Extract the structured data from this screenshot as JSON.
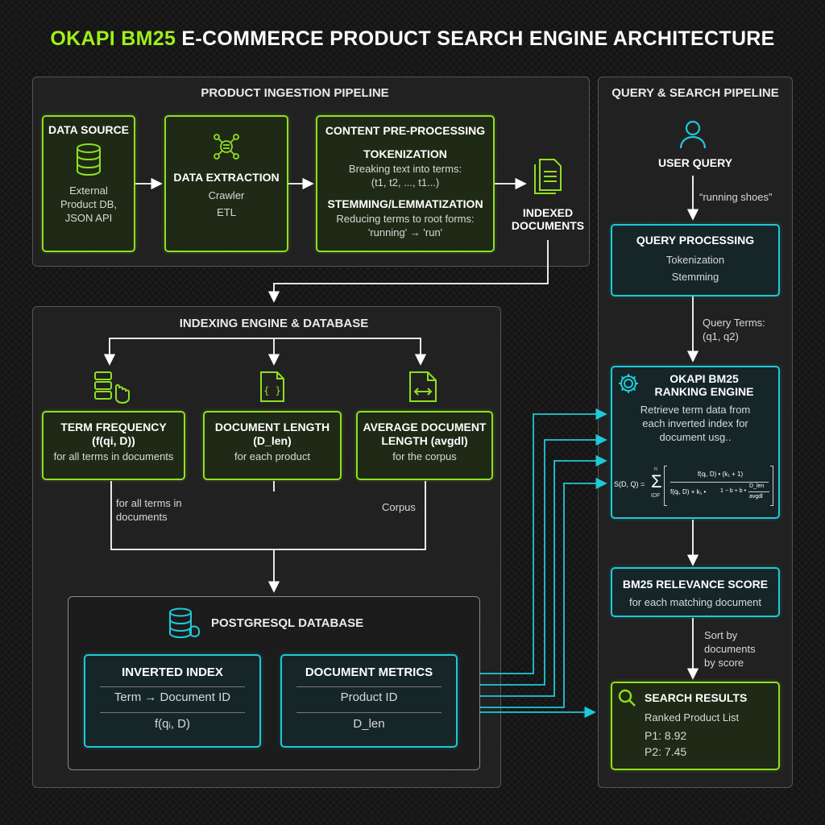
{
  "title": {
    "highlight": "OKAPI BM25",
    "rest": " E-COMMERCE PRODUCT SEARCH ENGINE ARCHITECTURE"
  },
  "ingestion": {
    "title": "PRODUCT INGESTION PIPELINE",
    "data_source": {
      "title": "DATA SOURCE",
      "l1": "External",
      "l2": "Product DB,",
      "l3": "JSON API"
    },
    "extraction": {
      "title": "DATA EXTRACTION",
      "l1": "Crawler",
      "l2": "ETL"
    },
    "preprocessing": {
      "title": "CONTENT PRE-PROCESSING",
      "tok_title": "TOKENIZATION",
      "tok_l1": "Breaking text into terms:",
      "tok_l2": "(t1, t2, ..., t1...)",
      "stem_title": "STEMMING/LEMMATIZATION",
      "stem_l1": "Reducing terms to root forms:",
      "stem_l2": "'running' → 'run'"
    },
    "indexed": {
      "l1": "INDEXED",
      "l2": "DOCUMENTS"
    }
  },
  "indexing": {
    "title": "INDEXING ENGINE & DATABASE",
    "tf": {
      "title": "TERM FREQUENCY",
      "formula": "(f(qi, D))",
      "desc": "for all terms in documents"
    },
    "dl": {
      "title": "DOCUMENT LENGTH",
      "formula": "(D_len)",
      "desc": "for each product"
    },
    "avg": {
      "title1": "AVERAGE DOCUMENT",
      "title2": "LENGTH (avgdl)",
      "desc": "for the corpus"
    },
    "label_terms_l1": "for all terms in",
    "label_terms_l2": "documents",
    "label_corpus": "Corpus",
    "db": {
      "title": "POSTGRESQL DATABASE",
      "inverted": {
        "title": "INVERTED INDEX",
        "row1": "Term → Document ID",
        "row2": "f(qᵢ, D)"
      },
      "metrics": {
        "title": "DOCUMENT METRICS",
        "row1": "Product ID",
        "row2": "D_len"
      }
    }
  },
  "query": {
    "title": "QUERY & SEARCH PIPELINE",
    "user_query": "USER QUERY",
    "query_example": "“running shoes”",
    "processing": {
      "title": "QUERY PROCESSING",
      "l1": "Tokenization",
      "l2": "Stemming"
    },
    "terms_l1": "Query Terms:",
    "terms_l2": "(q1, q2)",
    "ranking": {
      "title1": "OKAPI BM25",
      "title2": "RANKING ENGINE",
      "l1": "Retrieve term data from",
      "l2": "each inverted index for",
      "l3": "document usg..",
      "f_lhs": "S(D, Q) =",
      "f_sum_top": "n",
      "f_sum_bot": "IDF",
      "f_num": "f(qᵢ, D) • (k₁ + 1)",
      "f_den_a": "f(qᵢ, D) + k₁ •",
      "f_den_b": "1 − b + b •",
      "f_frac_num": "D_len",
      "f_frac_den": "avgdl"
    },
    "score": {
      "title": "BM25 RELEVANCE SCORE",
      "desc": "for each matching document"
    },
    "sort_l1": "Sort by",
    "sort_l2": "documents",
    "sort_l3": "by score",
    "results": {
      "title": "SEARCH RESULTS",
      "l1": "Ranked Product List",
      "p1": "P1: 8.92",
      "p2": "P2: 7.45"
    }
  },
  "colors": {
    "green": "#8fe01f",
    "cyan": "#1ec9d8",
    "accent_title": "#9ef01a"
  }
}
